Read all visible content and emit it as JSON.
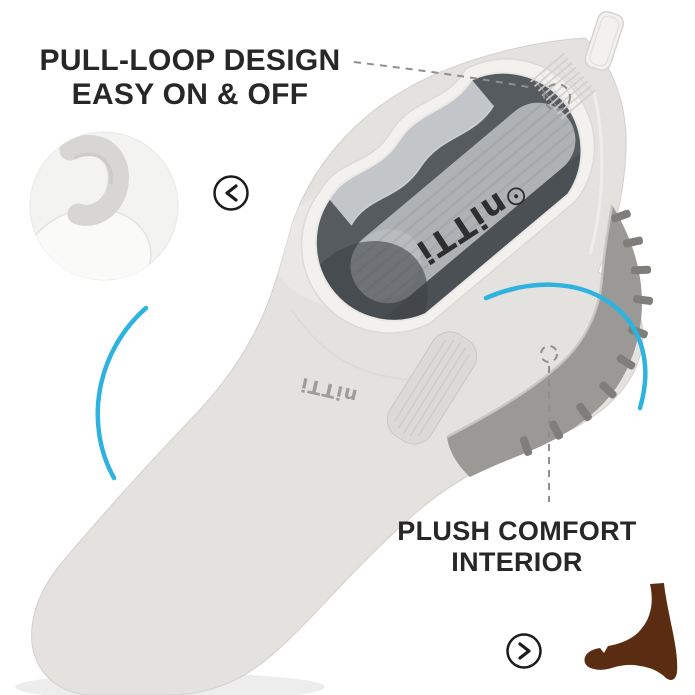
{
  "annotations": {
    "pull_loop": {
      "line1": "PULL-LOOP DESIGN",
      "line2": "EASY ON & OFF"
    },
    "plush": {
      "line1": "PLUSH COMFORT",
      "line2": "INTERIOR"
    }
  },
  "brand": {
    "insole_logo": "niTTi",
    "emboss_logo": "niTTi"
  },
  "icons": {
    "chevron_left": "chevron-left-in-circle",
    "chevron_right": "chevron-right-in-circle",
    "foot": "foot-silhouette",
    "pull_loop_inset": "pull-loop-closeup"
  },
  "colors": {
    "headline": "#272727",
    "accent-blue": "#2eb2de",
    "foot-brown": "#5a2d12",
    "boot-body": "#e4e2df",
    "rim": "#f2f1ee",
    "interior": "#565b5f",
    "interior-deep": "#3e4347",
    "inner-wall": "#c3c6c8",
    "insole": "#afb2b4",
    "sole": "#9b9996",
    "sole-lug": "#807e7b",
    "dash": "#8f8f8f",
    "inset-bg": "#f3f3f2",
    "strap": "#d8d6d3",
    "logo-ink": "#2e2e2e"
  }
}
